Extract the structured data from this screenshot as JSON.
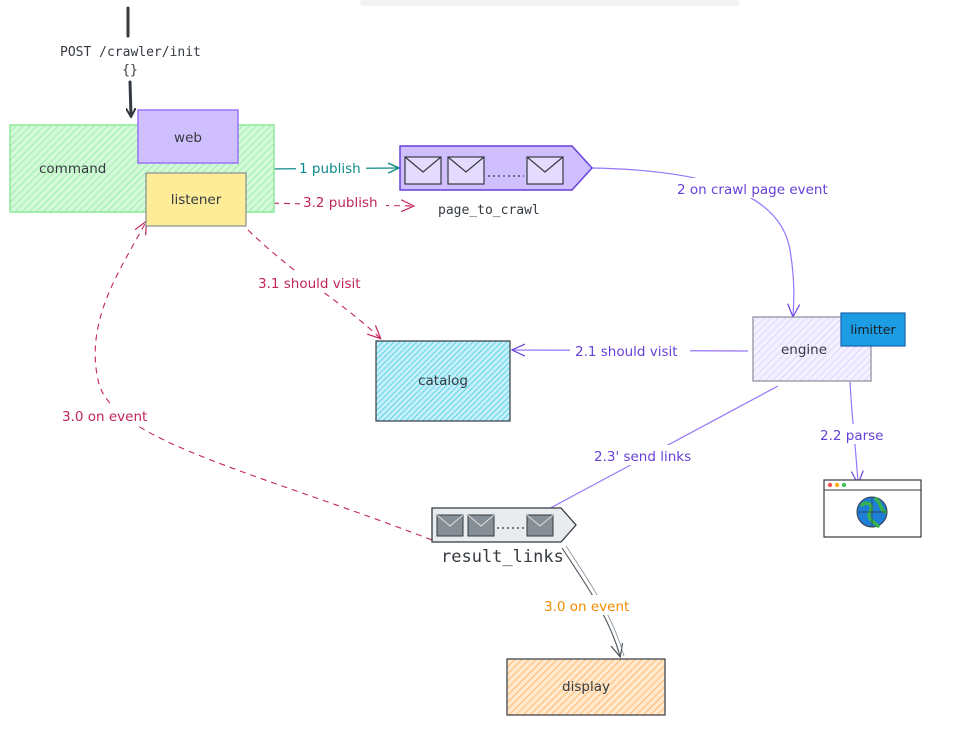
{
  "endpoint": {
    "method_path": "POST /crawler/init",
    "body": "{}"
  },
  "nodes": {
    "command": "command",
    "web": "web",
    "listener": "listener",
    "queue_page": "page_to_crawl",
    "catalog": "catalog",
    "engine": "engine",
    "limitter": "limitter",
    "queue_results": "result_links",
    "display": "display"
  },
  "edges": {
    "e1": "1 publish",
    "e32": "3.2 publish",
    "e2": "2 on crawl page event",
    "e31": "3.1 should visit",
    "e21": "2.1 should visit",
    "e22": "2.2 parse",
    "e23": "2.3' send links",
    "e30_left": "3.0 on event",
    "e30_right": "3.0 on event"
  },
  "colors": {
    "teal": "#0e8a8a",
    "crimson": "#c2255c",
    "purple": "#6741d9",
    "orange": "#f08c00",
    "ink": "#343a40"
  },
  "icons": {
    "browser": "globe-browser-icon",
    "envelope": "envelope-icon"
  }
}
